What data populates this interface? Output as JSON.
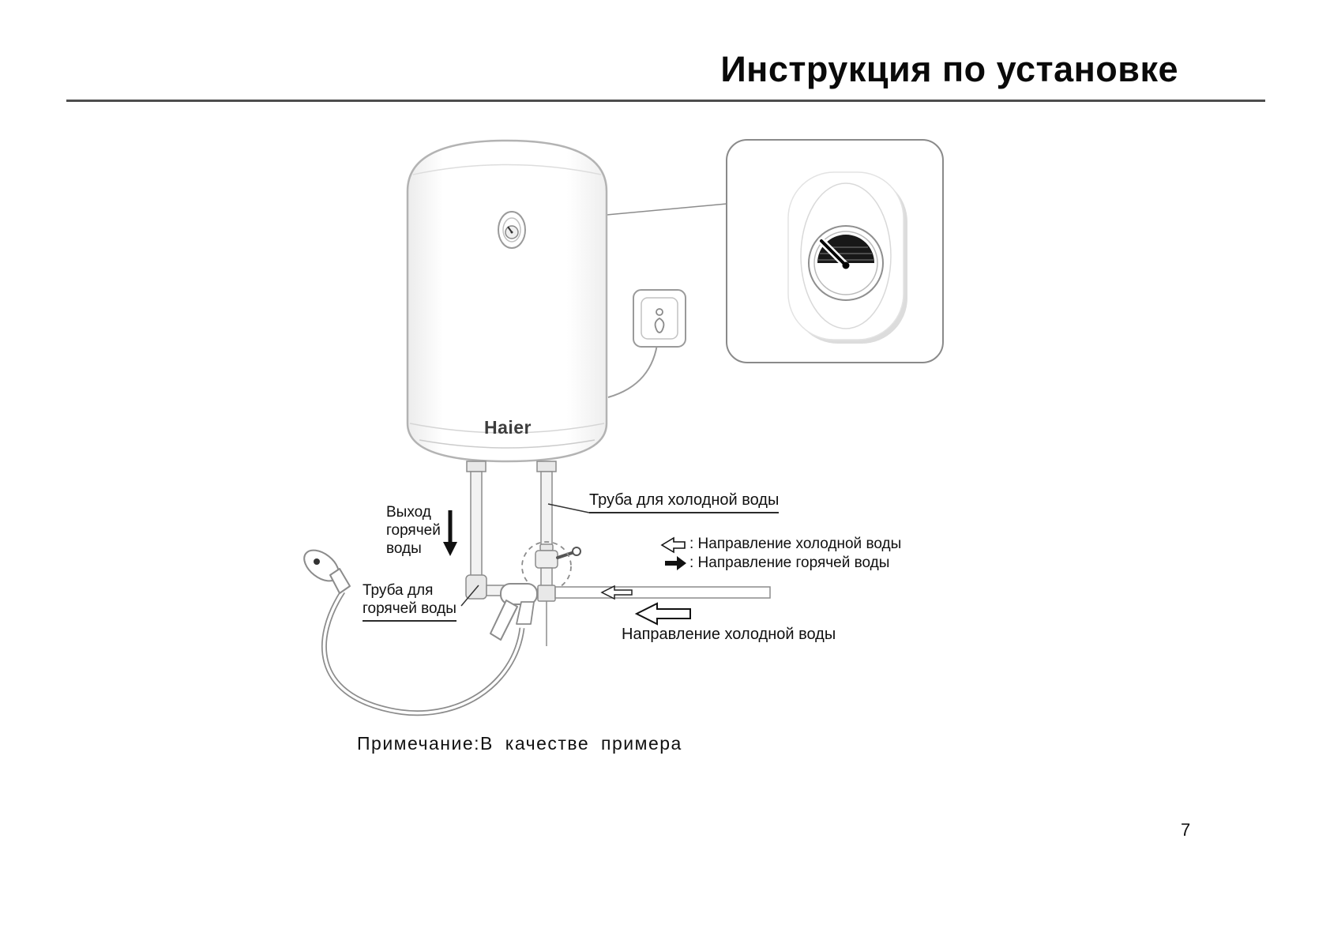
{
  "page": {
    "title": "Инструкция по установке",
    "note": "Примечание:В качестве примера",
    "page_number": "7"
  },
  "diagram": {
    "brand": "Haier",
    "labels": {
      "hot_outlet": "Выход\nгорячей\nводы",
      "cold_pipe": "Труба для холодной воды",
      "hot_pipe": "Труба для\nгорячей воды",
      "legend_cold": ": Направление холодной воды",
      "legend_hot": ": Направление горячей воды",
      "cold_direction": "Направление холодной воды"
    },
    "icons": [
      "water-heater",
      "thermostat-dial-icon",
      "thermostat-gauge-icon",
      "power-socket-icon",
      "safety-valve-icon",
      "mixer-tap-icon",
      "shower-head-icon",
      "flow-arrow-left-icon",
      "flow-arrow-right-icon",
      "flow-arrow-down-icon"
    ],
    "colors": {
      "outline_gray": "#8c8c8c",
      "text_black": "#101010",
      "gauge_dark": "#181818"
    }
  }
}
